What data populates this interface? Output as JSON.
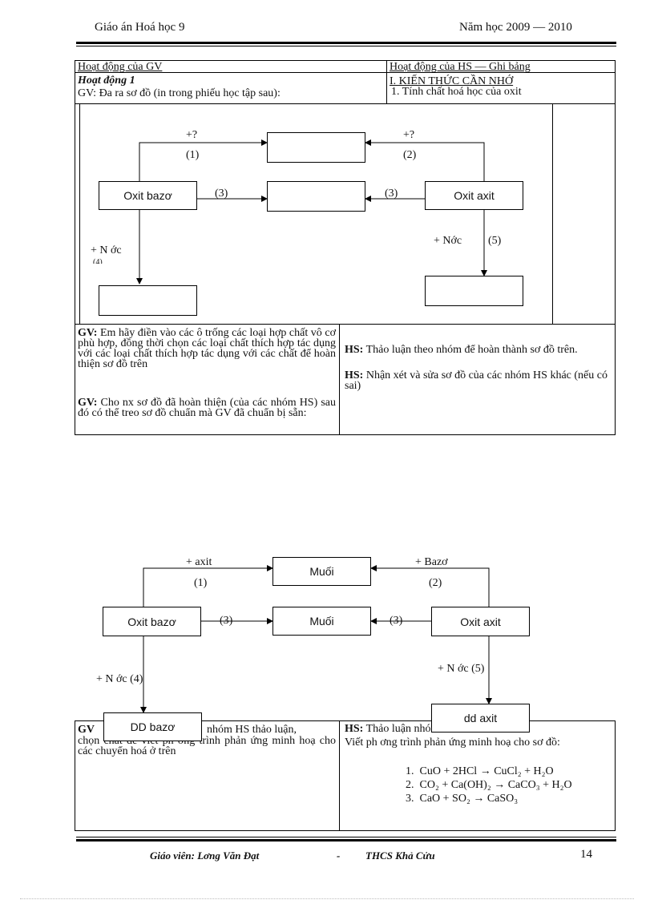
{
  "header": {
    "left": "Giáo án Hoá học 9",
    "right": "Năm học 2009 — 2010"
  },
  "table1": {
    "col_gv": "Hoạt động của GV",
    "col_hs": "Hoạt động của HS — Ghi bảng",
    "activity": "Hoạt động 1",
    "gv_line": "GV: Đa ra sơ đồ (in trong phiếu học tập sau):",
    "section": "I. KIẾN THỨC CẦN NHỚ",
    "subsection": "1. Tính chất hoá học của oxit"
  },
  "diagram1": {
    "plus_top_left": "+?",
    "num1": "(1)",
    "plus_top_right": "+?",
    "num2": "(2)",
    "oxit_bazo": "Oxit bazơ",
    "oxit_axit": "Oxit axit",
    "num3_left": "(3)",
    "num3_right": "(3)",
    "nuoc_left": "+ N ớc",
    "num4": "(4)",
    "nuoc_right": "+ Nớc",
    "num5": "(5)"
  },
  "row2": {
    "gv1_label": "GV:",
    "gv1_text": "Em hãy điền vào các ô trống các loại hợp chất vô cơ phù hợp, đồng thời chọn các loại chất thích hợp tác dụng với các loại chất thích hợp tác dụng với các chất để hoàn thiện sơ đồ trên",
    "gv2_label": "GV:",
    "gv2_text": "Cho nx sơ đồ đã hoàn thiện (của các nhóm HS) sau đó có thể treo sơ đồ chuẩn mà GV đã chuẩn bị sẵn:",
    "hs1_label": "HS:",
    "hs1_text": "Thảo luận theo nhóm để hoàn thành sơ đồ trên.",
    "hs2_label": "HS:",
    "hs2_text": "Nhận xét và sửa sơ đồ của các nhóm HS khác (nếu có sai)"
  },
  "diagram2": {
    "plus_axit": "+ axit",
    "num1": "(1)",
    "plus_bazo": "+ Bazơ",
    "num2": "(2)",
    "muoi_top": "Muối",
    "muoi_mid": "Muối",
    "oxit_bazo": "Oxit bazơ",
    "oxit_axit": "Oxit axit",
    "num3_left": "(3)",
    "num3_right": "(3)",
    "nuoc_left": "+ N ớc (4)",
    "nuoc_right": "+ N ớc (5)",
    "dd_bazo": "DD bazơ",
    "dd_axit": "dd axit"
  },
  "row3": {
    "gv_label": "GV",
    "gv_text_a": "nhóm HS thảo luận,",
    "gv_text_b": "chọn chất để viết ph ơng trình phản ứng minh hoạ cho các chuyển hoá ở trên",
    "hs_label": "HS:",
    "hs_text_a": "Thảo luận nhóm.",
    "hs_text_b": "Viết ph ơng trình phản ứng minh hoạ cho sơ đồ:"
  },
  "equations": [
    {
      "n": "1.",
      "lhs": "CuO + 2HCl",
      "rhs": "CuCl₂ + H₂O"
    },
    {
      "n": "2.",
      "lhs": "CO₂ + Ca(OH)₂",
      "rhs": "CaCO₃ + H₂O"
    },
    {
      "n": "3.",
      "lhs": "CaO + SO₂",
      "rhs": "CaSO₃"
    }
  ],
  "footer": {
    "teacher": "Giáo viên: Lơng Văn Đạt",
    "dash": "-",
    "school": "THCS Khả Cửu",
    "page": "14"
  }
}
